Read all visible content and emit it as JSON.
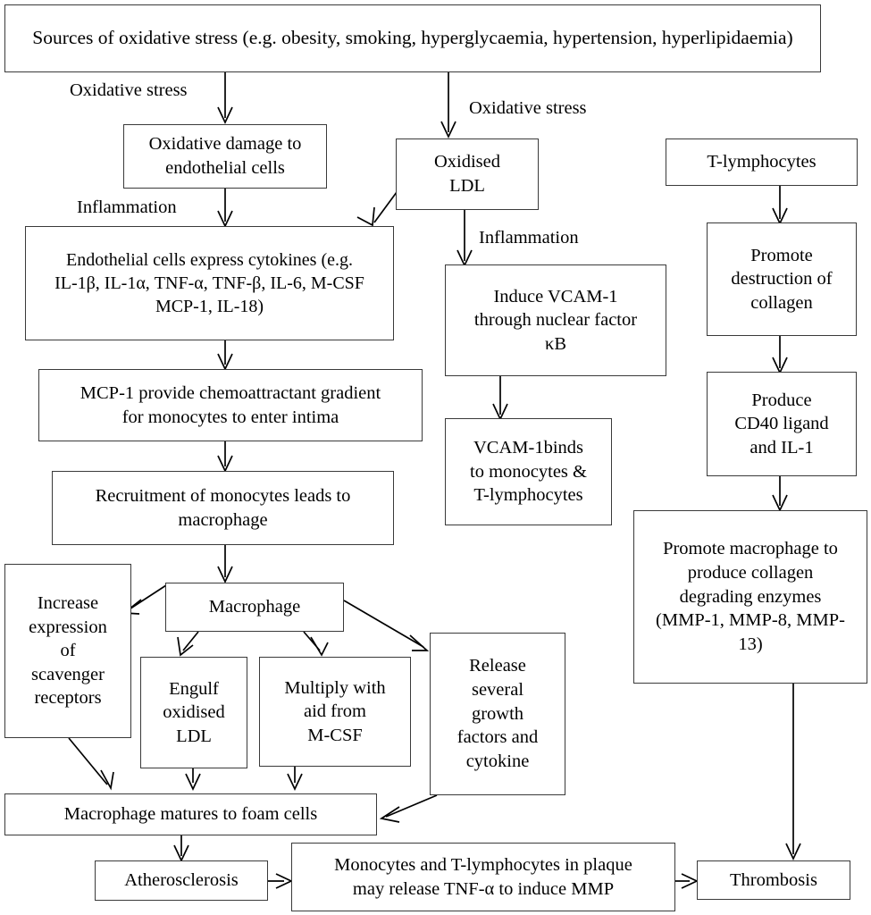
{
  "diagram": {
    "title": "Sources of oxidative stress pathway to atherosclerosis and thrombosis",
    "background_color": "#ffffff",
    "line_color": "#000000",
    "box_border_color": "#3a3a3a"
  },
  "nodes": {
    "sources": "Sources of oxidative stress (e.g. obesity, smoking, hyperglycaemia, hypertension, hyperlipidaemia)",
    "oxidative_damage": "Oxidative damage to\nendothelial cells",
    "oxidised_ldl": "Oxidised\nLDL",
    "t_lymphocytes": "T-lymphocytes",
    "endothelial_cytokines": "Endothelial cells express cytokines  (e.g.\nIL-1β, IL-1α, TNF-α, TNF-β, IL-6, M-CSF\nMCP-1, IL-18)",
    "induce_vcam": "Induce VCAM-1\nthrough nuclear factor\nκB",
    "promote_destruction": "Promote\ndestruction of\ncollagen",
    "mcp1_gradient": "MCP-1 provide chemoattractant gradient\nfor monocytes to enter intima",
    "vcam_binds": "VCAM-1binds\nto monocytes &\nT-lymphocytes",
    "produce_cd40": "Produce\nCD40 ligand\nand IL-1",
    "recruitment": "Recruitment of monocytes leads to\nmacrophage",
    "promote_macrophage_mmp": "Promote macrophage to\nproduce collagen\ndegrading enzymes\n(MMP-1, MMP-8, MMP-\n13)",
    "increase_scavenger": "Increase\nexpression\nof\nscavenger\nreceptors",
    "macrophage": "Macrophage",
    "engulf_ldl": "Engulf\noxidised\nLDL",
    "multiply_mcsf": "Multiply with\naid from\nM-CSF",
    "release_growth": "Release\nseveral\ngrowth\nfactors and\ncytokine",
    "foam_cells": "Macrophage matures to foam cells",
    "atherosclerosis": "Atherosclerosis",
    "monocytes_plaque": "Monocytes and T-lymphocytes in plaque\nmay release TNF-α to induce MMP",
    "thrombosis": "Thrombosis"
  },
  "edge_labels": {
    "oxidative_stress_left": "Oxidative stress",
    "oxidative_stress_right": "Oxidative stress",
    "inflammation_left": "Inflammation",
    "inflammation_mid": "Inflammation"
  }
}
